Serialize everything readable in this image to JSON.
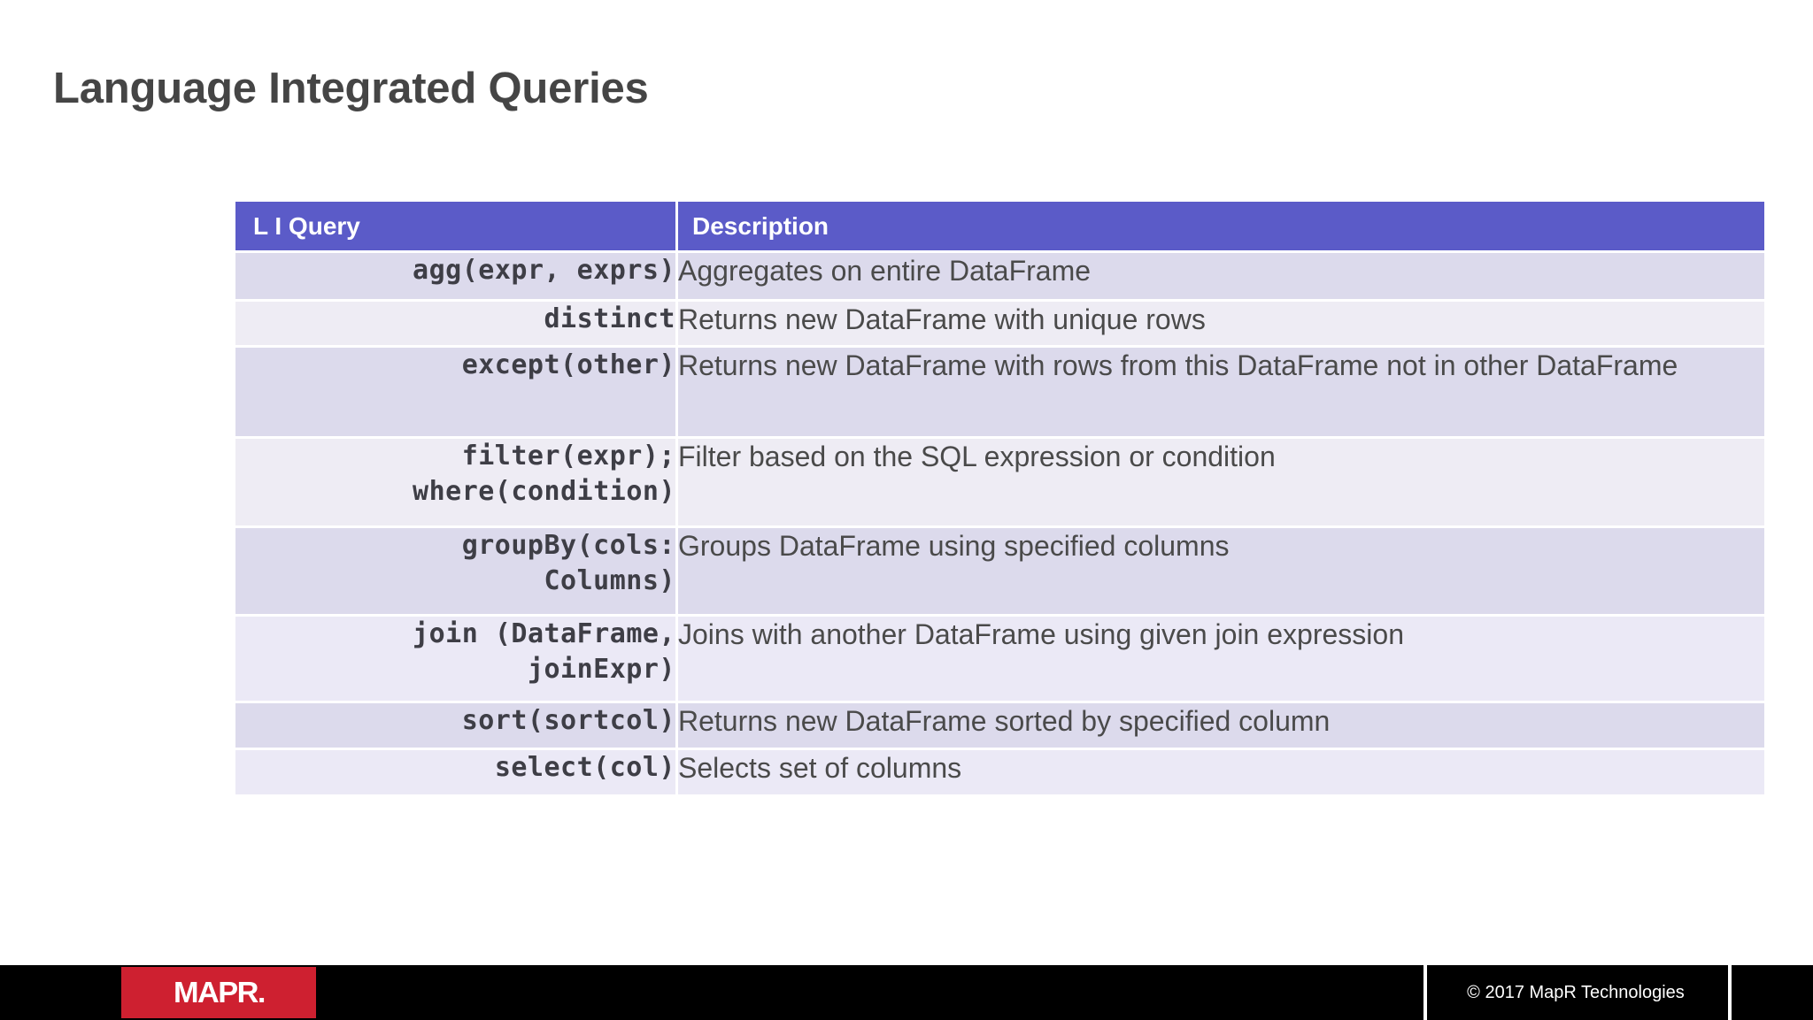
{
  "slide": {
    "title": "Language Integrated Queries"
  },
  "table": {
    "headers": {
      "query": "L I Query",
      "description": "Description"
    },
    "rows": [
      {
        "query": "agg(expr, exprs)",
        "description": "Aggregates on entire DataFrame"
      },
      {
        "query": "distinct",
        "description": "Returns new DataFrame with unique rows"
      },
      {
        "query": "except(other)",
        "description": "Returns new DataFrame with rows from this DataFrame not in other DataFrame"
      },
      {
        "query": "filter(expr);\nwhere(condition)",
        "description": "Filter based on the SQL expression or condition"
      },
      {
        "query": "groupBy(cols:\nColumns)",
        "description": "Groups DataFrame using specified columns"
      },
      {
        "query": "join (DataFrame,\njoinExpr)",
        "description": "Joins with another DataFrame using given join expression"
      },
      {
        "query": "sort(sortcol)",
        "description": "Returns new DataFrame sorted by specified column"
      },
      {
        "query": "select(col)",
        "description": "Selects set of columns"
      }
    ]
  },
  "footer": {
    "logo_text": "MAPR.",
    "copyright": "© 2017 MapR Technologies"
  },
  "colors": {
    "header_purple": "#5B5BC8",
    "band_dark": "#DCDAEC",
    "band_light": "#EEECF4",
    "title_gray": "#454545",
    "logo_red": "#CE2030",
    "footer_black": "#000000"
  }
}
